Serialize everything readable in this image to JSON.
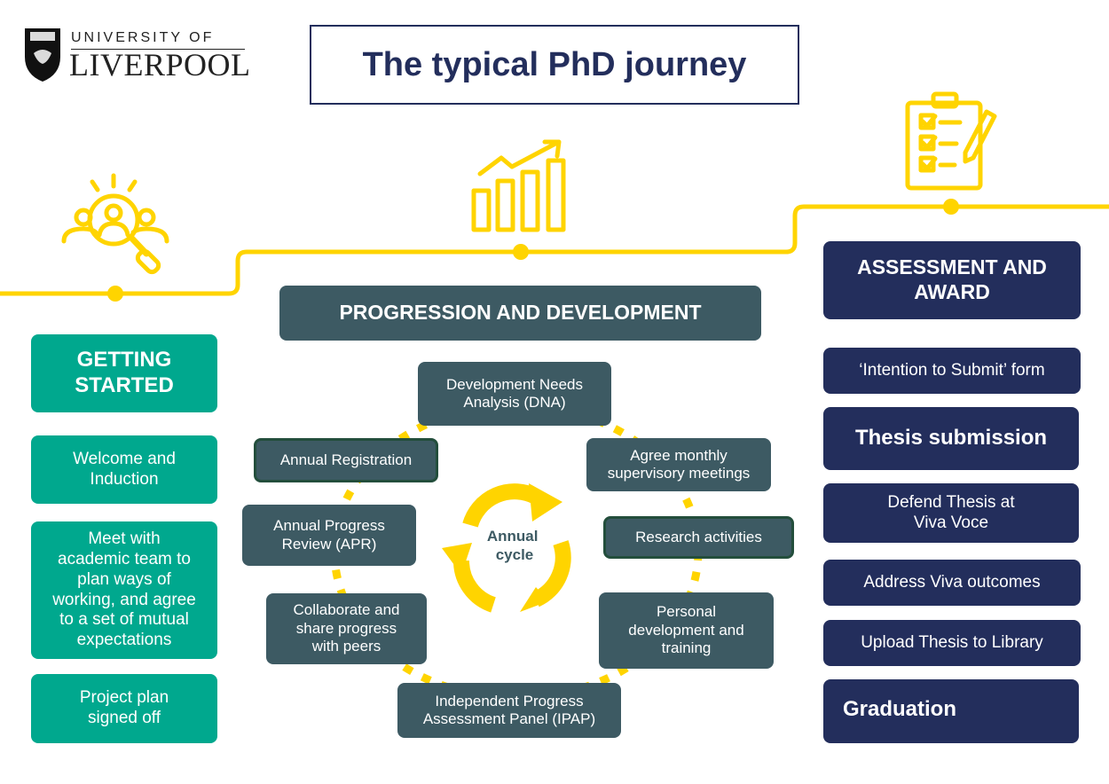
{
  "logo": {
    "line1": "UNIVERSITY OF",
    "line2": "LIVERPOOL"
  },
  "title": "The typical PhD journey",
  "colors": {
    "yellow": "#ffd400",
    "teal": "#00a88e",
    "slate": "#3d5a63",
    "navy": "#232e5c"
  },
  "getting_started": {
    "heading": "GETTING\nSTARTED",
    "items": [
      "Welcome and\nInduction",
      "Meet with\nacademic team to\nplan ways of\nworking, and agree\nto a set of mutual\nexpectations",
      "Project plan\nsigned off"
    ]
  },
  "progression": {
    "heading": "PROGRESSION AND DEVELOPMENT",
    "cycle_label": "Annual\ncycle",
    "items": [
      "Development Needs\nAnalysis (DNA)",
      "Agree monthly\nsupervisory meetings",
      "Research activities",
      "Personal\ndevelopment and\ntraining",
      "Independent Progress\nAssessment Panel (IPAP)",
      "Collaborate and\nshare progress\nwith peers",
      "Annual Progress\nReview (APR)",
      "Annual Registration"
    ]
  },
  "assessment": {
    "heading": "ASSESSMENT AND\nAWARD",
    "items": [
      "‘Intention to Submit’ form",
      "Thesis submission",
      "Defend Thesis at\nViva Voce",
      "Address Viva outcomes",
      "Upload Thesis to Library",
      "Graduation"
    ]
  }
}
